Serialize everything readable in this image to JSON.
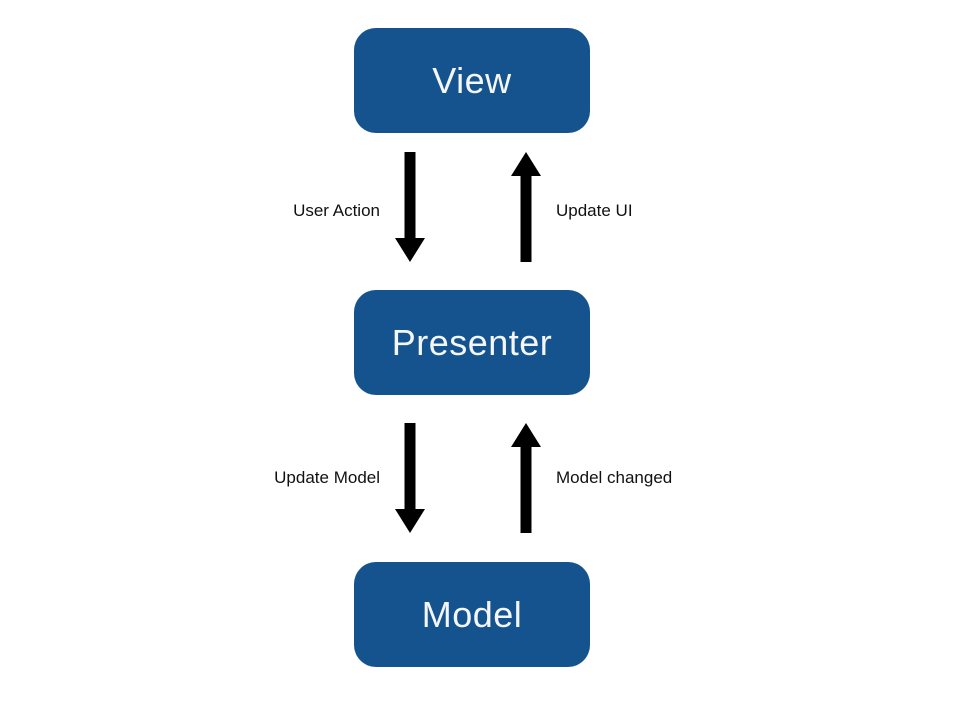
{
  "diagram": {
    "type": "architecture-flow",
    "pattern": "Model-View-Presenter",
    "nodes": [
      {
        "id": "view",
        "label": "View"
      },
      {
        "id": "presenter",
        "label": "Presenter"
      },
      {
        "id": "model",
        "label": "Model"
      }
    ],
    "edges": [
      {
        "from": "view",
        "to": "presenter",
        "direction": "down",
        "label": "User Action"
      },
      {
        "from": "presenter",
        "to": "view",
        "direction": "up",
        "label": "Update UI"
      },
      {
        "from": "presenter",
        "to": "model",
        "direction": "down",
        "label": "Update Model"
      },
      {
        "from": "model",
        "to": "presenter",
        "direction": "up",
        "label": "Model changed"
      }
    ],
    "colors": {
      "node_fill": "#15538F",
      "node_text": "#F4F6F8",
      "arrow": "#000000",
      "label_text": "#111111",
      "background": "#FFFFFF"
    }
  }
}
